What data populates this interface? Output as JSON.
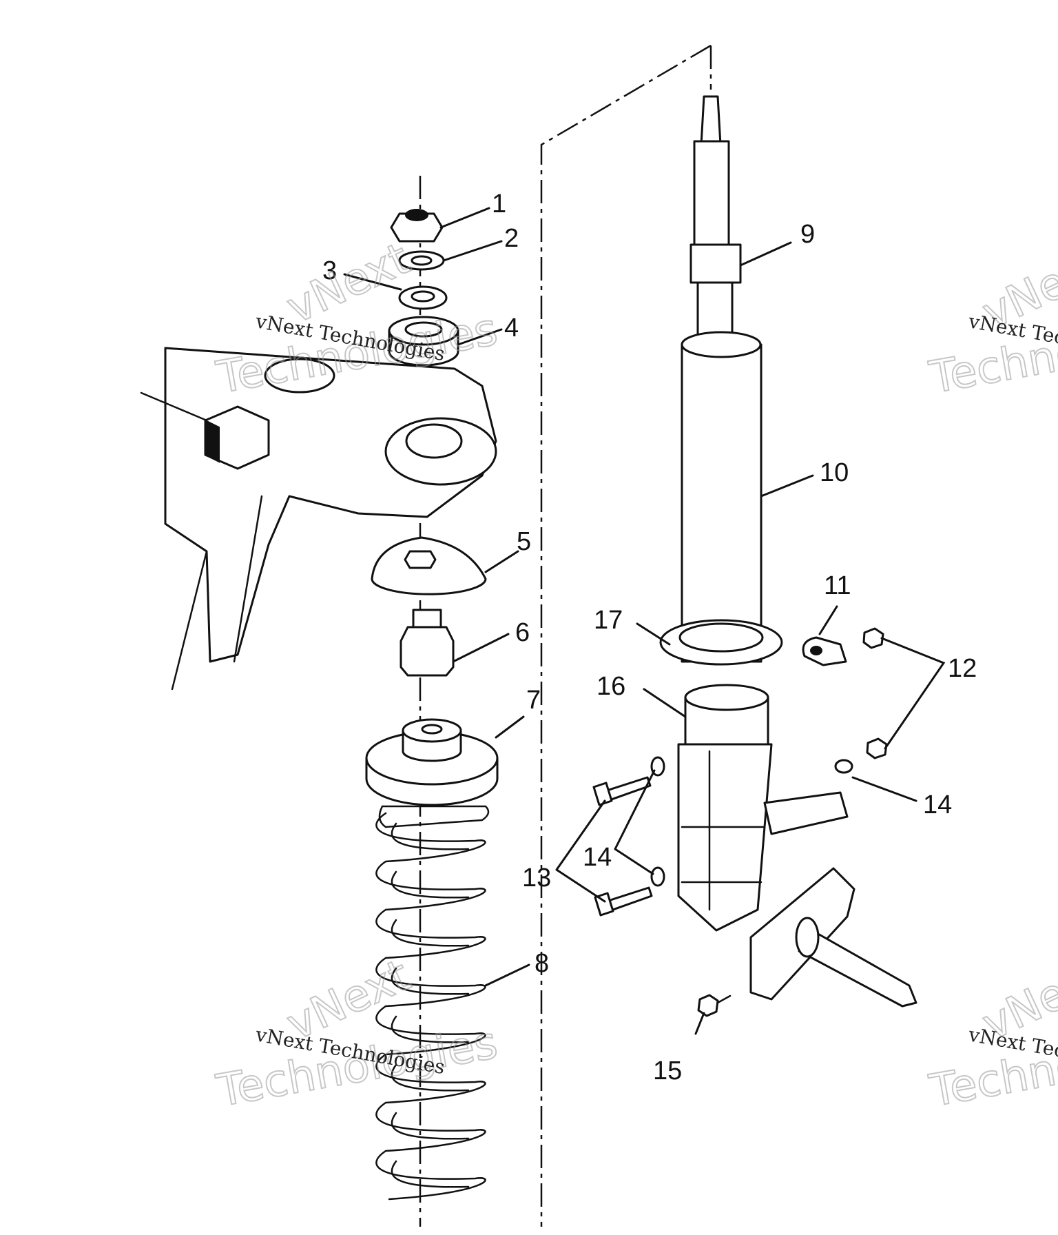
{
  "diagram": {
    "callouts": [
      {
        "id": "1",
        "text": "1"
      },
      {
        "id": "2",
        "text": "2"
      },
      {
        "id": "3",
        "text": "3"
      },
      {
        "id": "4",
        "text": "4"
      },
      {
        "id": "5",
        "text": "5"
      },
      {
        "id": "6",
        "text": "6"
      },
      {
        "id": "7",
        "text": "7"
      },
      {
        "id": "8",
        "text": "8"
      },
      {
        "id": "9",
        "text": "9"
      },
      {
        "id": "10",
        "text": "10"
      },
      {
        "id": "11",
        "text": "11"
      },
      {
        "id": "12",
        "text": "12"
      },
      {
        "id": "13",
        "text": "13"
      },
      {
        "id": "14a",
        "text": "14"
      },
      {
        "id": "14b",
        "text": "14"
      },
      {
        "id": "15",
        "text": "15"
      },
      {
        "id": "16",
        "text": "16"
      },
      {
        "id": "17",
        "text": "17"
      }
    ]
  },
  "watermark": {
    "brand": "vNext",
    "word": "Technologies",
    "full": "vNext Technologies"
  }
}
